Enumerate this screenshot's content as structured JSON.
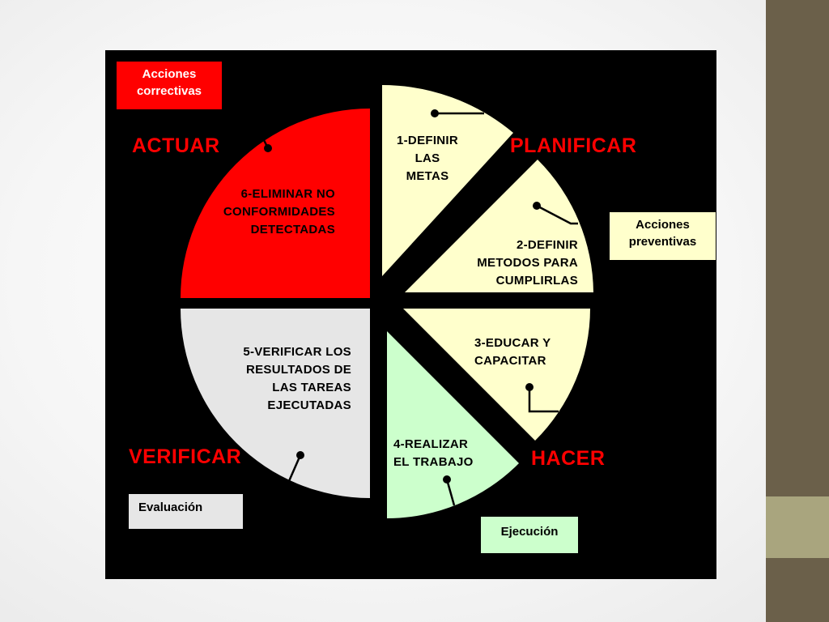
{
  "colors": {
    "panel": "#000000",
    "actuar": "#ff0000",
    "planificar": "#ffffcc",
    "hacer": "#ccffcc",
    "verificar": "#e6e6e6",
    "stage_text": "#ff0000",
    "side_bar": "#6b604a",
    "side_bar_accent": "#a9a57e"
  },
  "stages": {
    "actuar": "ACTUAR",
    "planificar": "PLANIFICAR",
    "hacer": "HACER",
    "verificar": "VERIFICAR"
  },
  "segments": [
    {
      "id": "seg1",
      "text": "1-DEFINIR\nLAS\nMETAS"
    },
    {
      "id": "seg2",
      "text": "2-DEFINIR\nMETODOS PARA\nCUMPLIRLAS"
    },
    {
      "id": "seg3",
      "text": "3-EDUCAR Y\nCAPACITAR"
    },
    {
      "id": "seg4",
      "text": "4-REALIZAR\nEL TRABAJO"
    },
    {
      "id": "seg5",
      "text": "5-VERIFICAR LOS\nRESULTADOS DE\nLAS TAREAS\nEJECUTADAS"
    },
    {
      "id": "seg6",
      "text": "6-ELIMINAR NO\nCONFORMIDADES\nDETECTADAS"
    }
  ],
  "boxes": {
    "acciones_correctivas": "Acciones\ncorrectivas",
    "acciones_preventivas": "Acciones\npreventivas",
    "evaluacion": "Evaluación",
    "ejecucion": "Ejecución"
  }
}
